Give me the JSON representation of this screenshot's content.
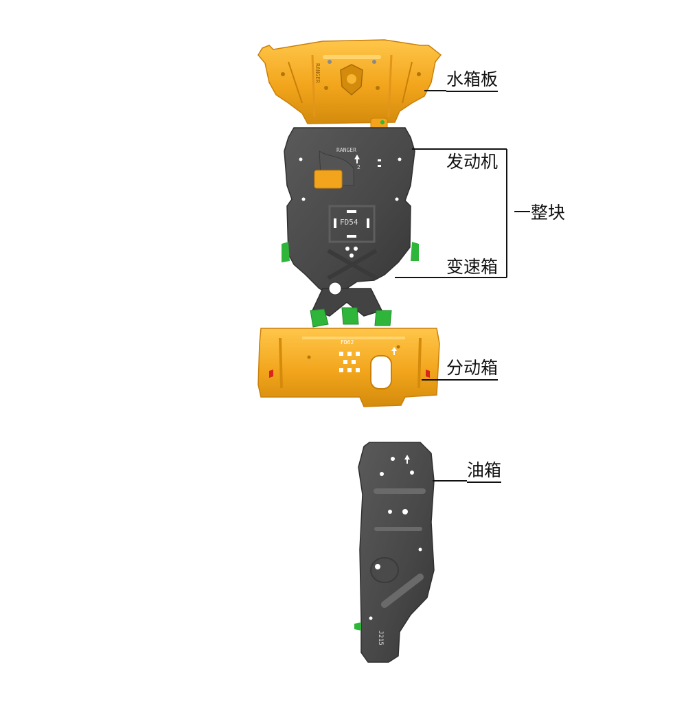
{
  "labels": {
    "radiator": "水箱板",
    "engine": "发动机",
    "gearbox": "变速箱",
    "one_piece": "一整块",
    "transfer_case": "分动箱",
    "fuel_tank": "油箱"
  },
  "part_markings": {
    "ranger_text": "RANGER",
    "ranger_vertical": "RANGER",
    "engine_code": "FD54",
    "engine_number": "2",
    "transfer_code": "FD62",
    "fuel_code": "J215"
  },
  "colors": {
    "orange": "#f2a51c",
    "orange_dark": "#c97f08",
    "orange_light": "#ffc64a",
    "gray": "#4c4c4c",
    "gray_dark": "#2f2f2f",
    "gray_light": "#6a6a6a",
    "green": "#2fb53a",
    "red": "#d9261c",
    "line": "#111111"
  }
}
